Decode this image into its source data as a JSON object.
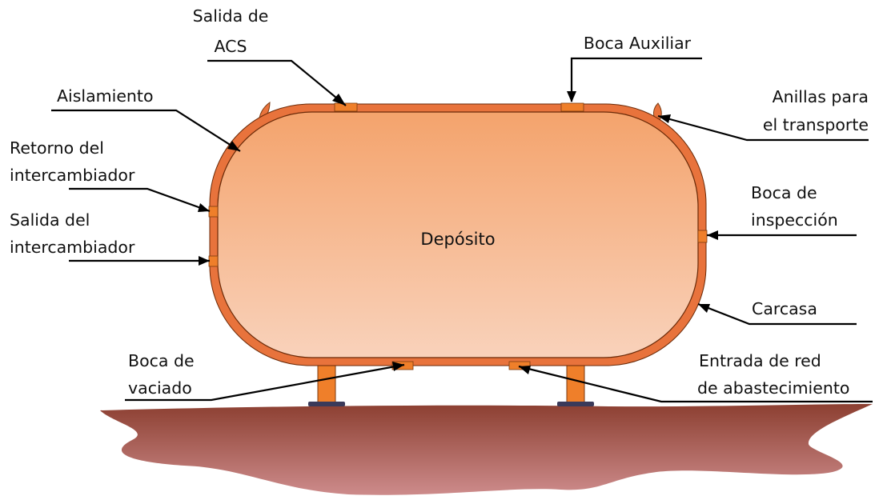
{
  "tank_label": "Depósito",
  "colors": {
    "shell": "#e8733c",
    "tank_top": "#f4a36c",
    "tank_bottom": "#f9d2bb",
    "leg": "#ef7f2a",
    "base": "#3a3a5a",
    "ground_top": "#8c3f31",
    "ground_bottom": "#cd8b8b"
  },
  "labels": {
    "salida_acs": [
      "Salida de",
      "ACS"
    ],
    "boca_auxiliar": [
      "Boca Auxiliar"
    ],
    "aislamiento": [
      "Aislamiento"
    ],
    "anillas": [
      "Anillas para",
      "el transporte"
    ],
    "retorno": [
      "Retorno del",
      "intercambiador"
    ],
    "salida_intercambiador": [
      "Salida del",
      "intercambiador"
    ],
    "boca_inspeccion": [
      "Boca de",
      "inspección"
    ],
    "carcasa": [
      "Carcasa"
    ],
    "boca_vaciado": [
      "Boca de",
      "vaciado"
    ],
    "entrada_red": [
      "Entrada de red",
      "de abastecimiento"
    ]
  }
}
